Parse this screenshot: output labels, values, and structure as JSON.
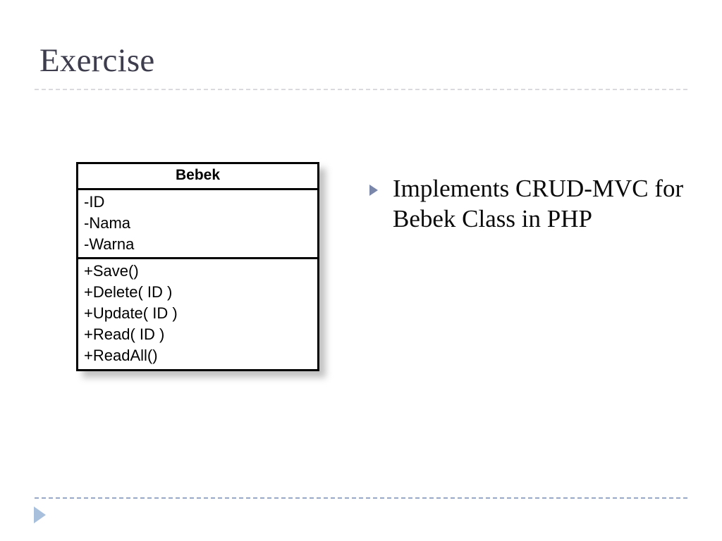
{
  "slide": {
    "title": "Exercise",
    "background_color": "#ffffff",
    "title_color": "#3d3d4e"
  },
  "rules": {
    "title_rule_color": "#d9d9de",
    "footer_rule_color": "#97a8c9"
  },
  "footer": {
    "marker_icon": "triangle-right-icon",
    "marker_color": "#a9c0dc"
  },
  "uml_class": {
    "name": "Bebek",
    "attributes": [
      {
        "text": "-ID"
      },
      {
        "text": "-Nama"
      },
      {
        "text": "-Warna"
      }
    ],
    "operations": [
      {
        "text": "+Save()"
      },
      {
        "text": "+Delete( ID )"
      },
      {
        "text": "+Update( ID )"
      },
      {
        "text": "+Read( ID )"
      },
      {
        "text": "+ReadAll()"
      }
    ],
    "border_color": "#000000",
    "fill_color": "#ffffff"
  },
  "body": {
    "bullets": [
      {
        "marker_icon": "triangle-right-bullet-icon",
        "marker_color": "#7b86ab",
        "text": "Implements CRUD-MVC for Bebek Class in PHP"
      }
    ]
  }
}
